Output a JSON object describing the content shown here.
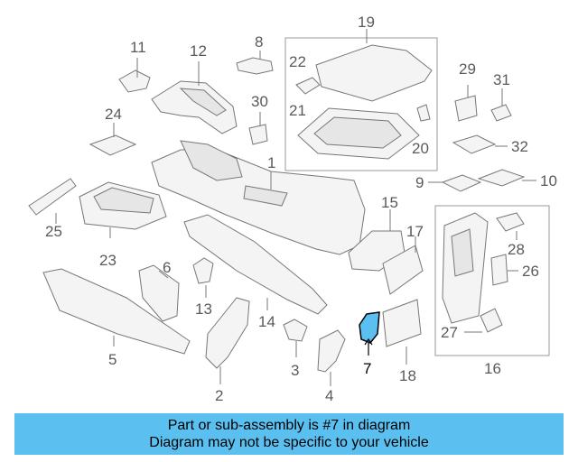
{
  "callouts": [
    "1",
    "2",
    "3",
    "4",
    "5",
    "6",
    "7",
    "8",
    "9",
    "10",
    "11",
    "12",
    "13",
    "14",
    "15",
    "16",
    "17",
    "18",
    "19",
    "20",
    "21",
    "22",
    "23",
    "24",
    "25",
    "26",
    "27",
    "28",
    "29",
    "30",
    "31",
    "32"
  ],
  "highlighted_callout": "7",
  "banner": {
    "line1": "Part or sub-assembly is #7 in diagram",
    "line2": "Diagram may not be specific to your vehicle"
  },
  "colors": {
    "banner": "#5bc0f0",
    "highlight_part": "#5bc0f0"
  }
}
